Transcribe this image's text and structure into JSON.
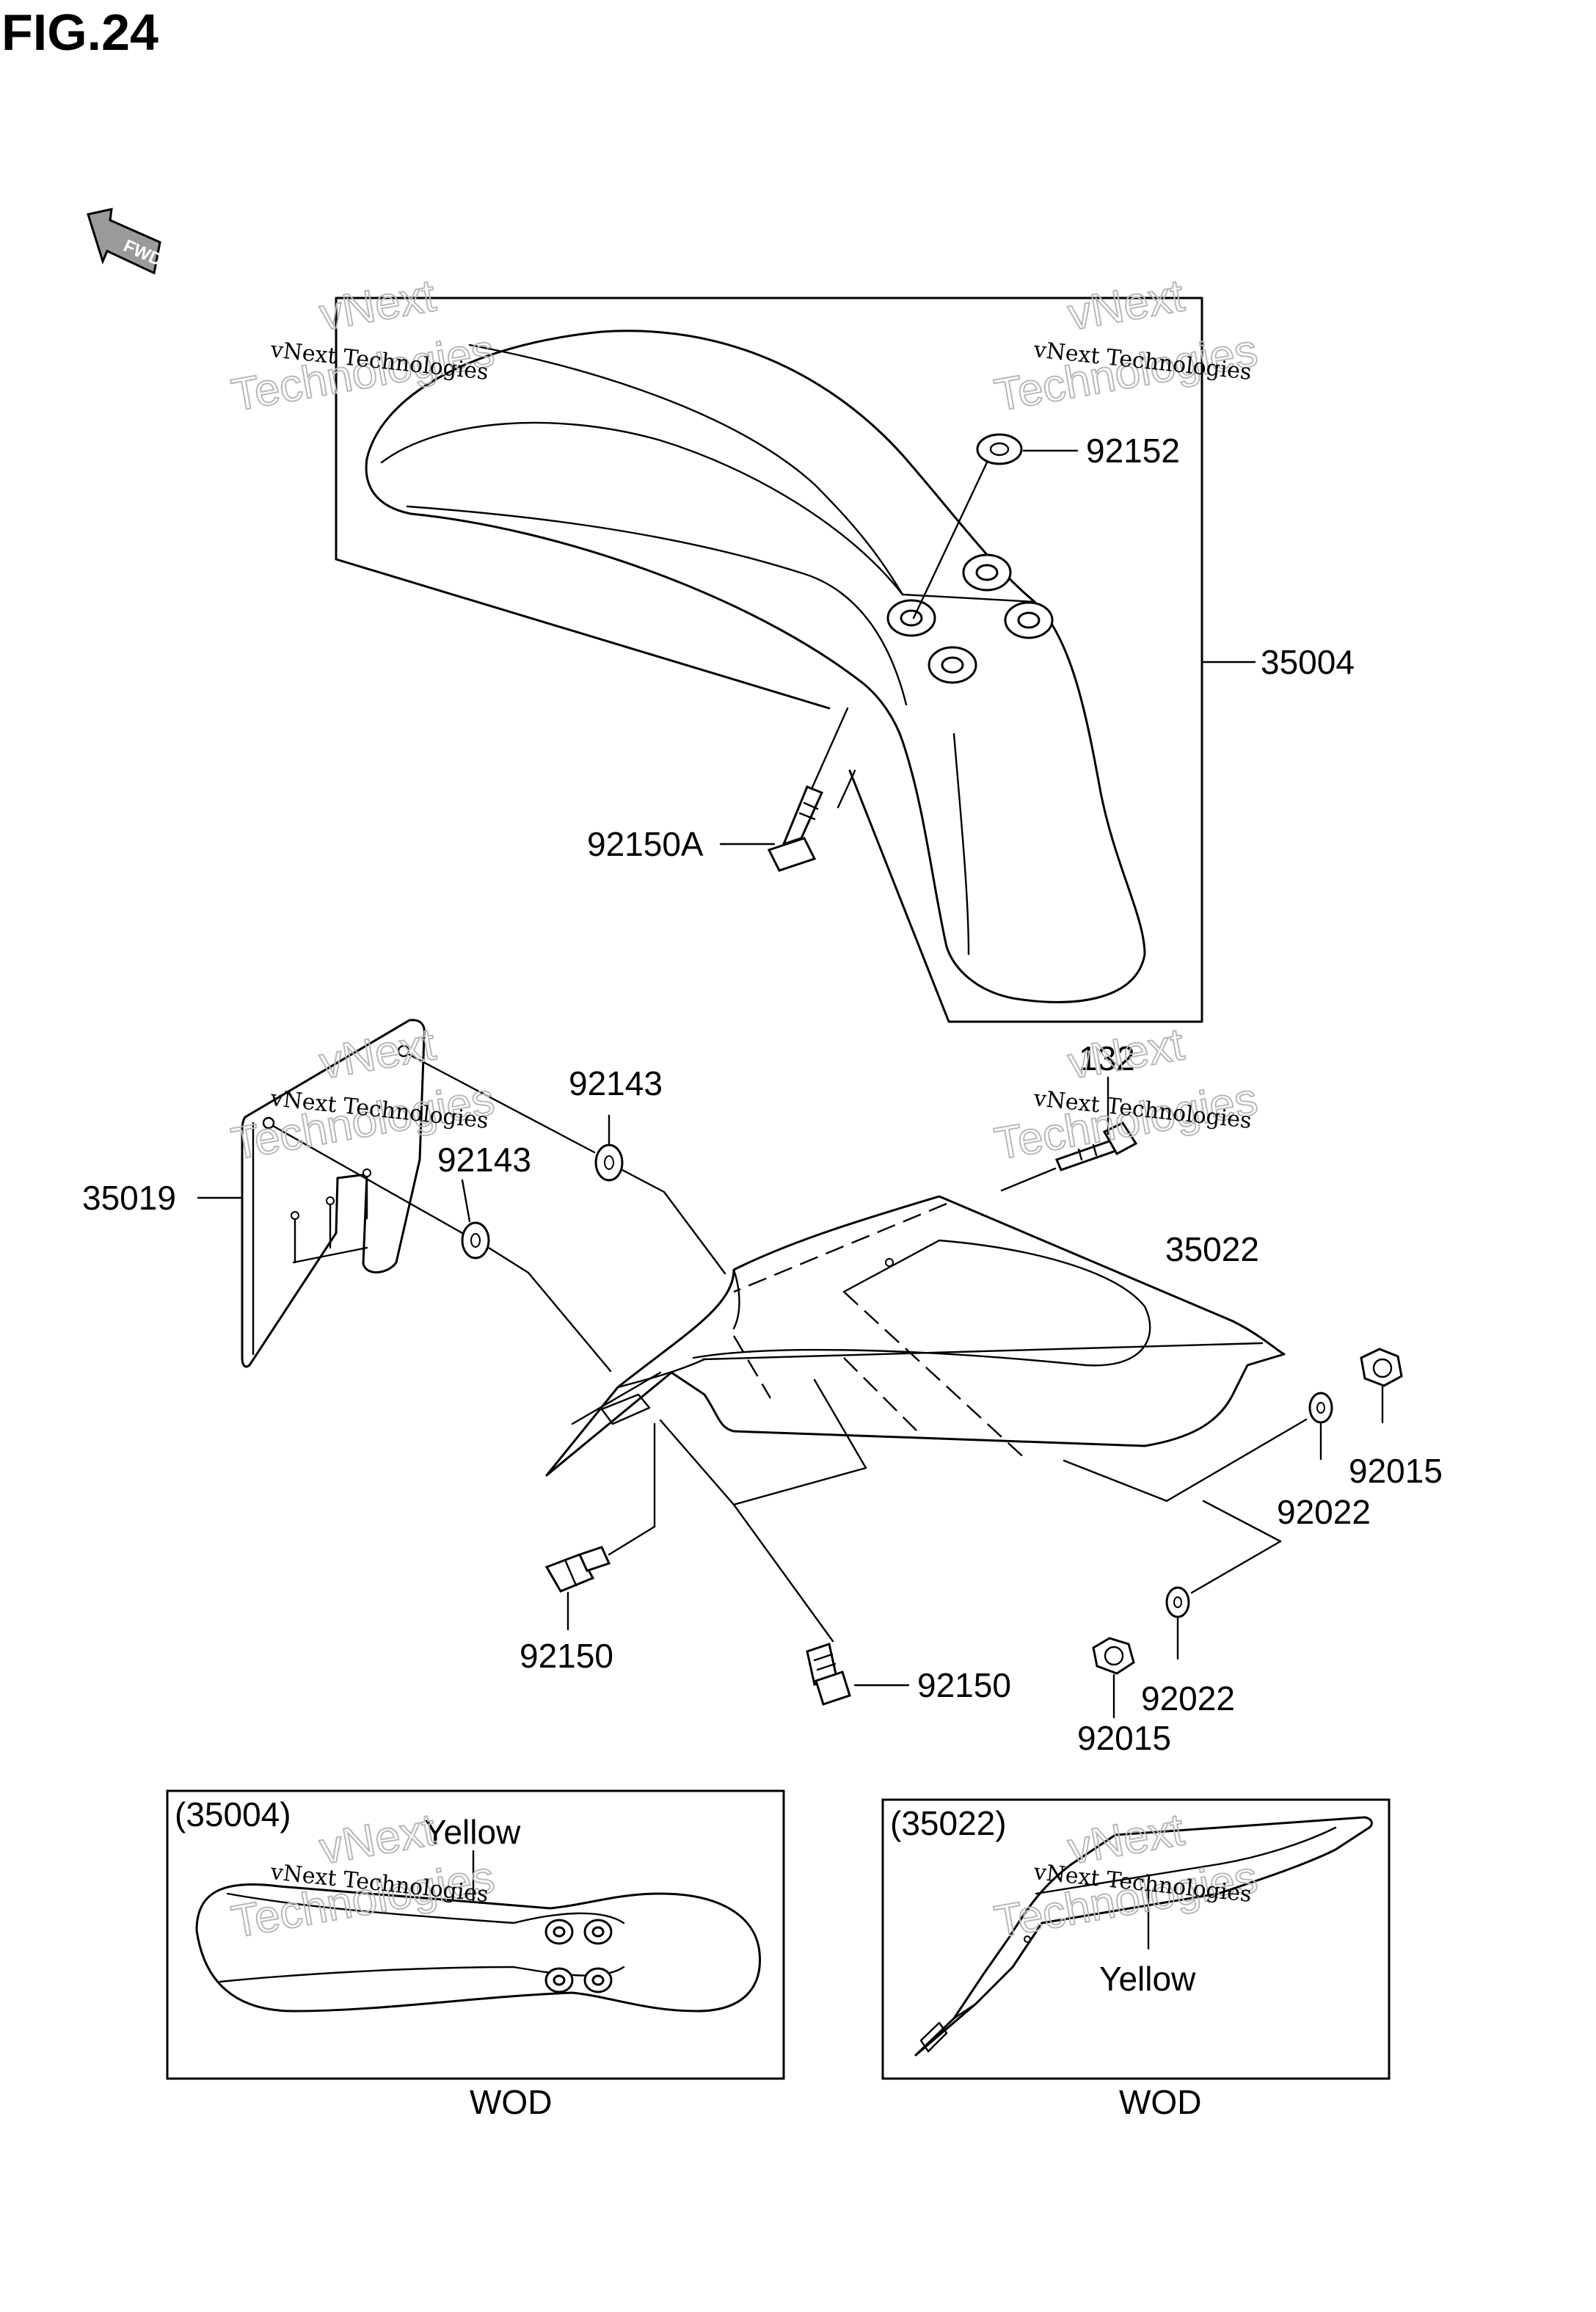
{
  "figure": {
    "title": "FIG.24"
  },
  "fwd_label": "FWD",
  "watermark": {
    "line1": "vNext",
    "line2": "Technologies",
    "small": "vNext Technologies"
  },
  "callouts": {
    "p92152": "92152",
    "p35004": "35004",
    "p92150A": "92150A",
    "p35019": "35019",
    "p92143_a": "92143",
    "p92143_b": "92143",
    "p132": "132",
    "p35022": "35022",
    "p92015_a": "92015",
    "p92022_a": "92022",
    "p92150_a": "92150",
    "p92150_b": "92150",
    "p92022_b": "92022",
    "p92015_b": "92015"
  },
  "insets": {
    "front_fender": {
      "ref": "(35004)",
      "color_label": "Yellow",
      "caption": "WOD"
    },
    "rear_fender": {
      "ref": "(35022)",
      "color_label": "Yellow",
      "caption": "WOD"
    }
  }
}
